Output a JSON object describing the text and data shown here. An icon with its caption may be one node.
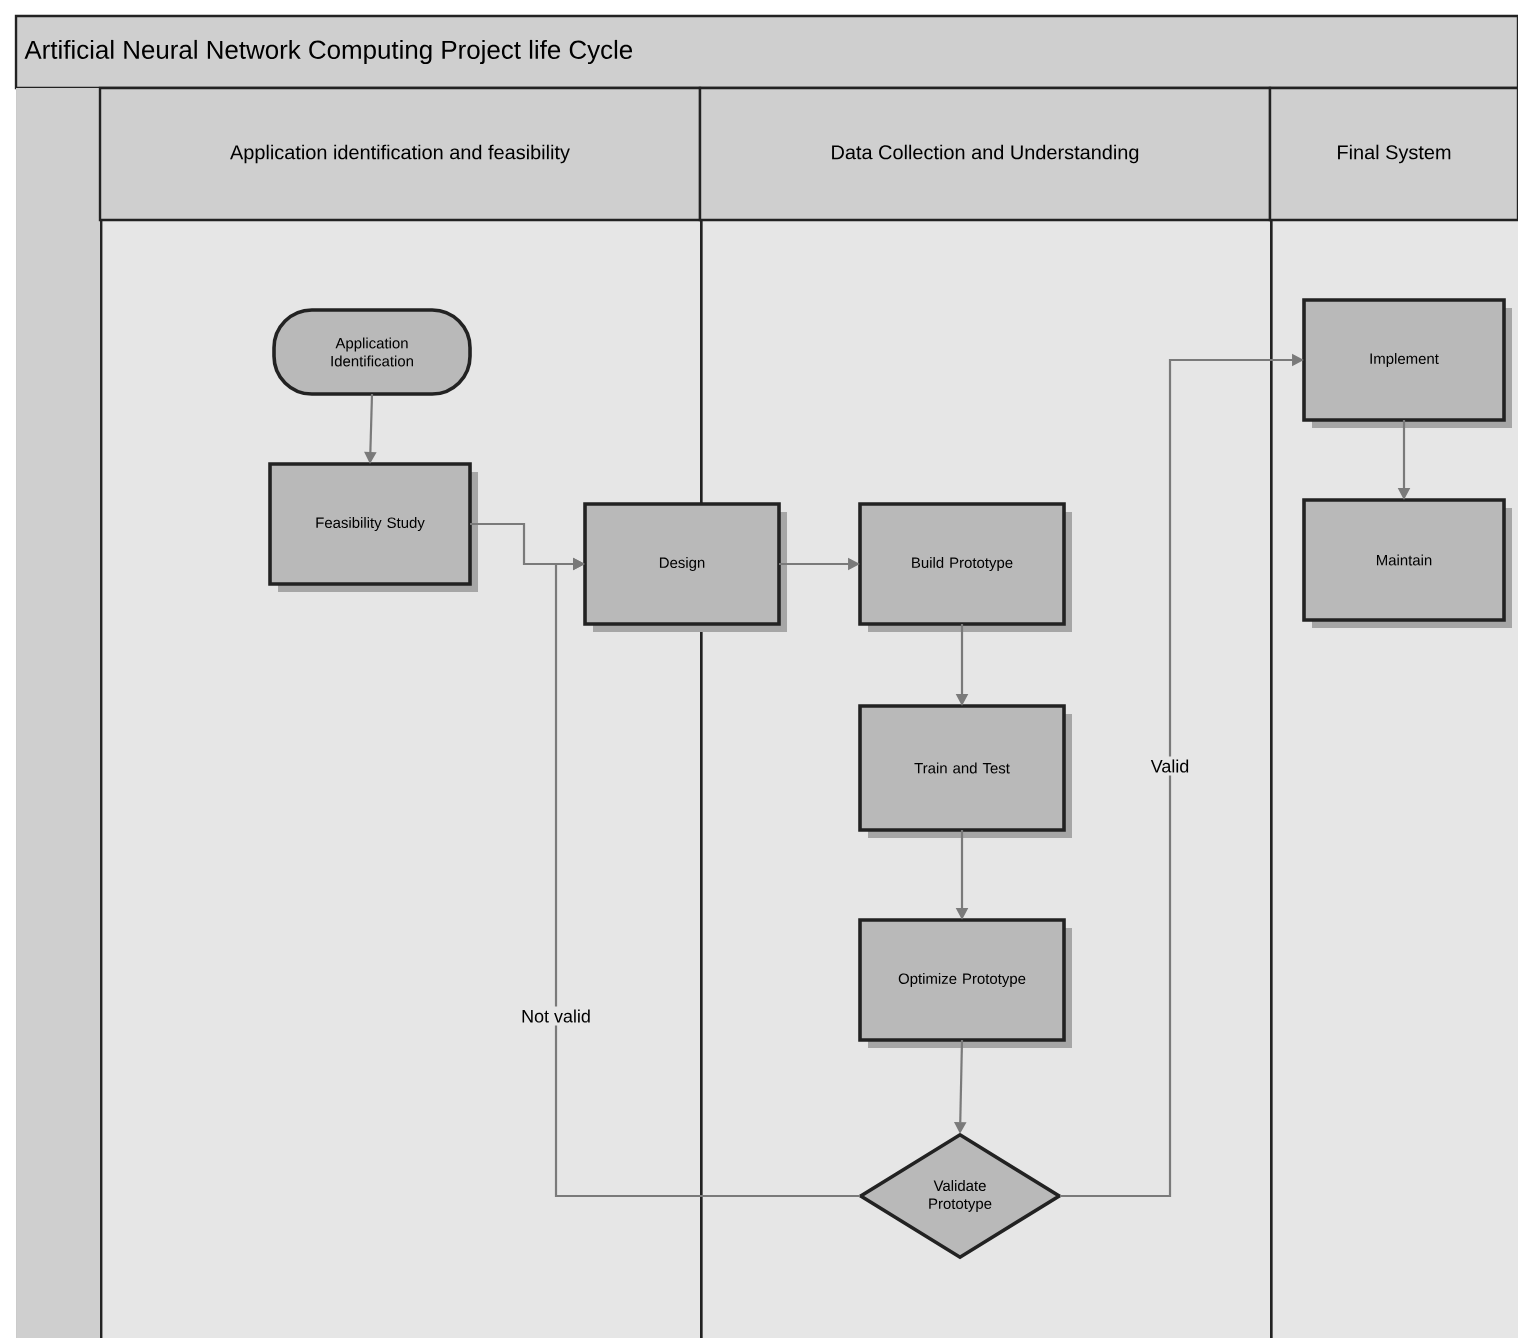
{
  "diagram": {
    "nodes": [
      {
        "text": [
          "Artificial Neural Network Computing Project life Cycle"
        ]
      },
      {
        "text": [
          "Application identification and feasibility"
        ],
        "in": 0
      },
      {
        "text": [
          "Data Collection and Understanding"
        ],
        "in": 0
      },
      {
        "text": [
          "Final System"
        ],
        "in": 0
      },
      {
        "text": [
          "Application Identification"
        ],
        "in": 1
      },
      {
        "text": [
          "Feasibility Study"
        ],
        "in": 1
      },
      {
        "text": [
          "Design"
        ],
        "in": 0
      },
      {
        "text": [
          "Build Prototype"
        ],
        "in": 2
      },
      {
        "text": [
          "Train and Test"
        ],
        "in": 2
      },
      {
        "text": [
          "Optimize Prototype"
        ],
        "in": 2
      },
      {
        "text": [
          "Validate Prototype"
        ],
        "in": 2
      },
      {
        "text": [
          "Implement"
        ],
        "in": 3
      },
      {
        "text": [
          "Maintain"
        ],
        "in": 3
      }
    ],
    "edges": [
      {
        "from": 4,
        "to": 5,
        "arrow": "to"
      },
      {
        "from": 5,
        "to": 6,
        "arrow": "to"
      },
      {
        "from": 6,
        "to": 7,
        "arrow": "to"
      },
      {
        "from": 7,
        "to": 8,
        "arrow": "to"
      },
      {
        "from": 8,
        "to": 9,
        "arrow": "to"
      },
      {
        "from": 9,
        "to": 10,
        "arrow": "to"
      },
      {
        "from": 10,
        "to": 6,
        "arrow": "to",
        "label": "Not valid"
      },
      {
        "from": 10,
        "to": 11,
        "arrow": "to",
        "label": "Valid"
      },
      {
        "from": 11,
        "to": 12,
        "arrow": "to"
      }
    ]
  }
}
